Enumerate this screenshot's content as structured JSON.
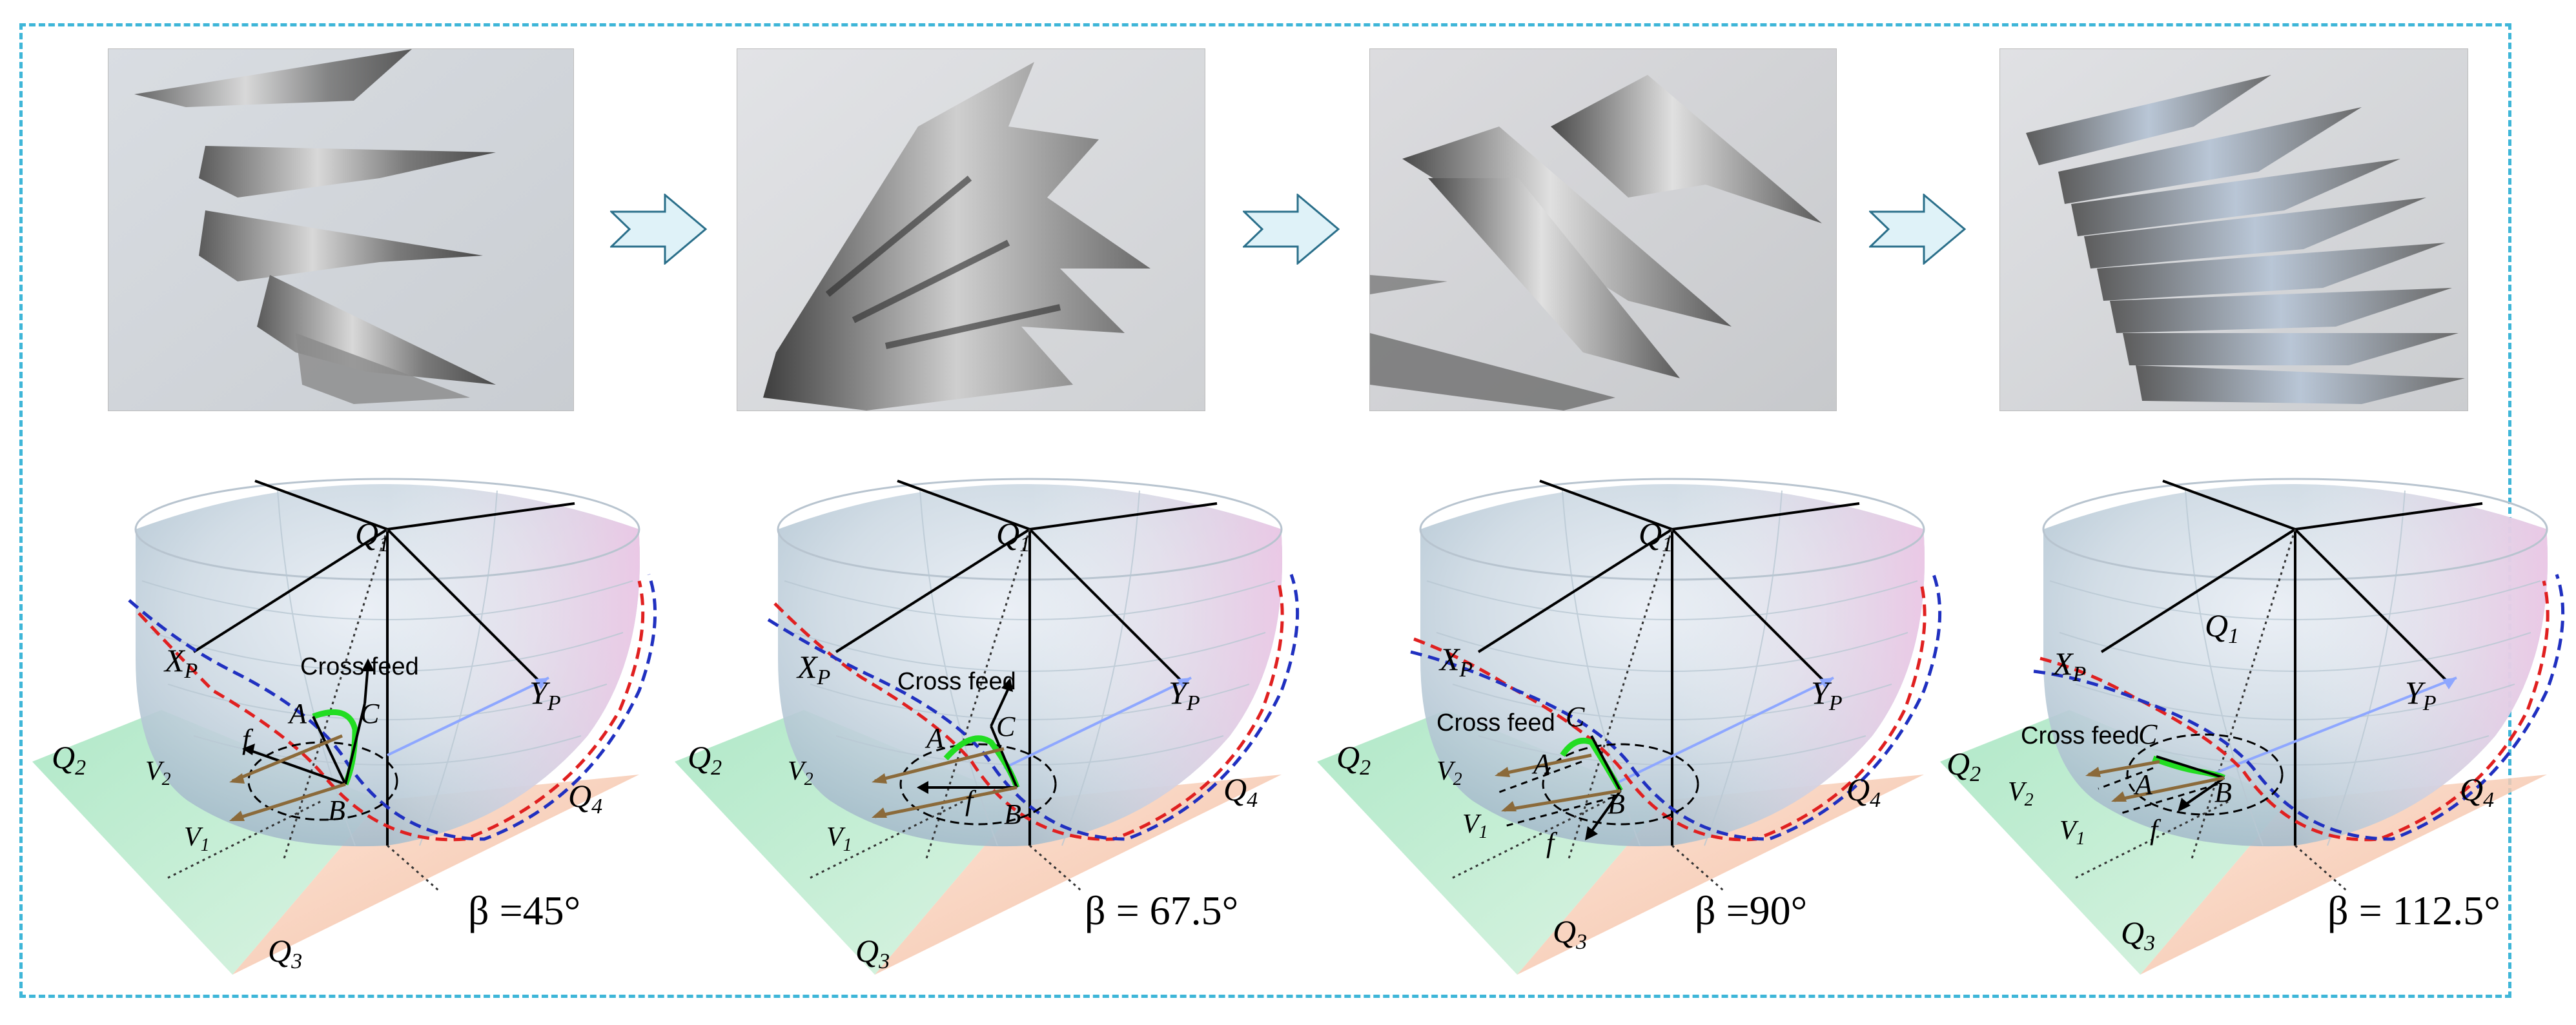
{
  "photos": [
    {
      "index": 1,
      "name": "chip-photo-1"
    },
    {
      "index": 2,
      "name": "chip-photo-2"
    },
    {
      "index": 3,
      "name": "chip-photo-3"
    },
    {
      "index": 4,
      "name": "chip-photo-4"
    }
  ],
  "arrow_icon": "right-block-arrow-icon",
  "colors": {
    "frame": "#3fb6d8",
    "arrow_fill": "#dff2f8",
    "arrow_stroke": "#2a6f8a",
    "red_curve": "#e02020",
    "blue_curve": "#2030c0",
    "green_chip": "#22dd22",
    "velocity": "#8b6a3a",
    "q2_plane": "#b6e7c9",
    "q4_plane": "#f4c6b0"
  },
  "panels": [
    {
      "labels": {
        "Q1": "Q",
        "Q1_sub": "1",
        "XP": "X",
        "XP_sub": "P",
        "YP": "Y",
        "YP_sub": "P",
        "Q2": "Q",
        "Q2_sub": "2",
        "Q3": "Q",
        "Q3_sub": "3",
        "Q4": "Q",
        "Q4_sub": "4",
        "V1": "V",
        "V1_sub": "1",
        "V2": "V",
        "V2_sub": "2",
        "A": "A",
        "B": "B",
        "C": "C",
        "f": "f",
        "cross_feed": "Cross feed"
      },
      "beta": "β =45°"
    },
    {
      "labels": {
        "Q1": "Q",
        "Q1_sub": "1",
        "XP": "X",
        "XP_sub": "P",
        "YP": "Y",
        "YP_sub": "P",
        "Q2": "Q",
        "Q2_sub": "2",
        "Q3": "Q",
        "Q3_sub": "3",
        "Q4": "Q",
        "Q4_sub": "4",
        "V1": "V",
        "V1_sub": "1",
        "V2": "V",
        "V2_sub": "2",
        "A": "A",
        "B": "B",
        "C": "C",
        "f": "f",
        "cross_feed": "Cross feed"
      },
      "beta": "β = 67.5°"
    },
    {
      "labels": {
        "Q1": "Q",
        "Q1_sub": "1",
        "XP": "X",
        "XP_sub": "P",
        "YP": "Y",
        "YP_sub": "P",
        "Q2": "Q",
        "Q2_sub": "2",
        "Q3": "Q",
        "Q3_sub": "3",
        "Q4": "Q",
        "Q4_sub": "4",
        "V1": "V",
        "V1_sub": "1",
        "V2": "V",
        "V2_sub": "2",
        "A": "A",
        "B": "B",
        "C": "C",
        "f": "f",
        "cross_feed": "Cross feed"
      },
      "beta": "β =90°"
    },
    {
      "labels": {
        "Q1": "Q",
        "Q1_sub": "1",
        "XP": "X",
        "XP_sub": "P",
        "YP": "Y",
        "YP_sub": "P",
        "Q2": "Q",
        "Q2_sub": "2",
        "Q3": "Q",
        "Q3_sub": "3",
        "Q4": "Q",
        "Q4_sub": "4",
        "V1": "V",
        "V1_sub": "1",
        "V2": "V",
        "V2_sub": "2",
        "A": "A",
        "B": "B",
        "C": "C",
        "f": "f",
        "cross_feed": "Cross feed"
      },
      "beta": "β = 112.5°"
    }
  ]
}
